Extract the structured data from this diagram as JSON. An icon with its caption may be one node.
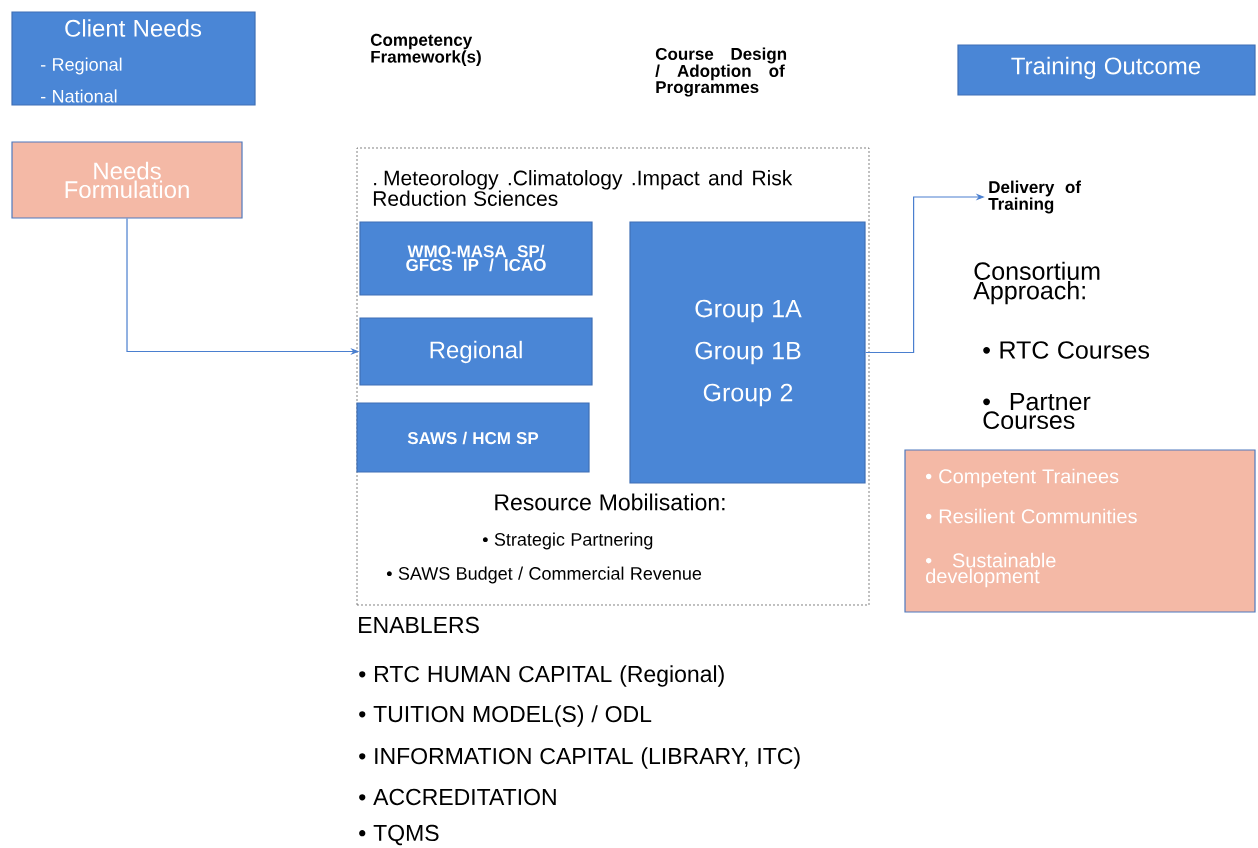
{
  "diagram": {
    "nodes": [
      {
        "text": [
          "Client Needs",
          "- Regional",
          "- National"
        ]
      },
      {
        "text": [
          "Needs Formulation"
        ]
      },
      {
        "text": [
          "Training Outcome"
        ]
      },
      {
        "text": [
          ". Meteorology .Climatology .Impact and Risk Reduction Sciences",
          "Resource Mobilisation:",
          "• Strategic Partnering",
          "• SAWS Budget / Commercial Revenue"
        ]
      },
      {
        "text": [
          "WMO-MASA SP/ GFCS IP / ICAO"
        ],
        "in": 3
      },
      {
        "text": [
          "Regional"
        ],
        "in": 3
      },
      {
        "text": [
          "SAWS / HCM SP"
        ],
        "in": 3
      },
      {
        "text": [
          "Group 1A",
          "Group 1B",
          "Group 2"
        ],
        "in": 3
      },
      {
        "text": [
          "Delivery of Training"
        ]
      },
      {
        "text": [
          "• Competent Trainees",
          "• Resilient Communities",
          "• Sustainable development"
        ]
      }
    ],
    "edges": [
      {
        "from": 1,
        "to": 5,
        "arrow": "to"
      },
      {
        "from": 7,
        "to": 8,
        "arrow": "to"
      }
    ],
    "labels": [
      "Competency Framework(s)",
      "Course Design / Adoption of Programmes",
      "Consortium Approach:",
      "• RTC Courses",
      "• Partner Courses",
      "ENABLERS",
      "• RTC HUMAN CAPITAL  (Regional)",
      "• TUITION MODEL(S) / ODL",
      "• INFORMATION CAPITAL (LIBRARY, ITC)",
      "• ACCREDITATION",
      "• TQMS"
    ]
  }
}
